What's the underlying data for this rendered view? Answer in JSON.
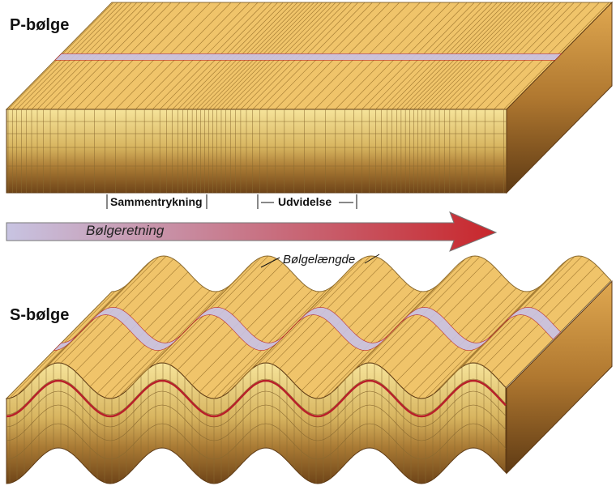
{
  "p_wave": {
    "title": "P-bølge",
    "compression_label": "Sammentrykning",
    "expansion_label": "Udvidelse"
  },
  "direction": {
    "label": "Bølgeretning",
    "color_start": "#c8c4e2",
    "color_end": "#c8262b"
  },
  "s_wave": {
    "title": "S-bølge",
    "wavelength_label": "Bølgelængde"
  },
  "colors": {
    "top": "#f0c46a",
    "front_light": "#f6e49a",
    "front_dark": "#7a4e1c",
    "band": "#c9c2e6",
    "red_line": "#b8202a"
  }
}
